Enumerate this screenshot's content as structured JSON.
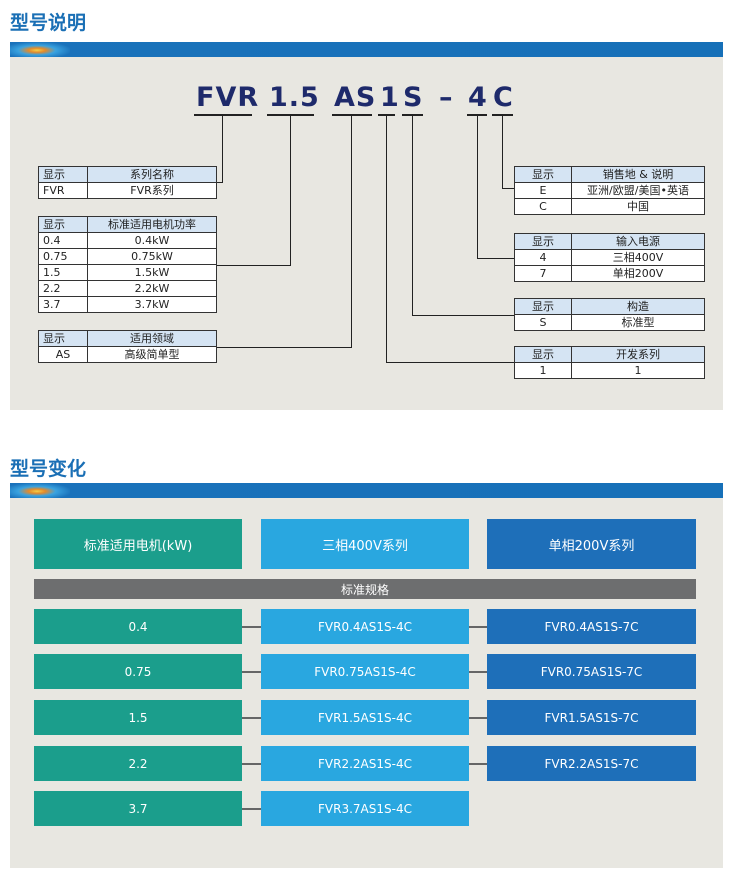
{
  "section1": {
    "title": "型号说明"
  },
  "section2": {
    "title": "型号变化"
  },
  "code_parts": [
    "FVR",
    "1.5",
    "AS",
    "1",
    "S",
    "–",
    "4",
    "C"
  ],
  "table_series": {
    "header": [
      "显示",
      "系列名称"
    ],
    "rows": [
      [
        "FVR",
        "FVR系列"
      ]
    ]
  },
  "table_power": {
    "header": [
      "显示",
      "标准适用电机功率"
    ],
    "rows": [
      [
        "0.4",
        "0.4kW"
      ],
      [
        "0.75",
        "0.75kW"
      ],
      [
        "1.5",
        "1.5kW"
      ],
      [
        "2.2",
        "2.2kW"
      ],
      [
        "3.7",
        "3.7kW"
      ]
    ]
  },
  "table_field": {
    "header": [
      "显示",
      "适用领域"
    ],
    "rows": [
      [
        "AS",
        "高级简单型"
      ]
    ]
  },
  "table_region": {
    "header": [
      "显示",
      "销售地 & 说明"
    ],
    "rows": [
      [
        "E",
        "亚洲/欧盟/美国•英语"
      ],
      [
        "C",
        "中国"
      ]
    ]
  },
  "table_input": {
    "header": [
      "显示",
      "输入电源"
    ],
    "rows": [
      [
        "4",
        "三相400V"
      ],
      [
        "7",
        "单相200V"
      ]
    ]
  },
  "table_structure": {
    "header": [
      "显示",
      "构造"
    ],
    "rows": [
      [
        "S",
        "标准型"
      ]
    ]
  },
  "table_dev": {
    "header": [
      "显示",
      "开发系列"
    ],
    "rows": [
      [
        "1",
        "1"
      ]
    ]
  },
  "variants": {
    "headers": [
      "标准适用电机(kW)",
      "三相400V系列",
      "单相200V系列"
    ],
    "spec_label": "标准规格",
    "rows": [
      {
        "power": "0.4",
        "three_phase": "FVR0.4AS1S-4C",
        "single_phase": "FVR0.4AS1S-7C"
      },
      {
        "power": "0.75",
        "three_phase": "FVR0.75AS1S-4C",
        "single_phase": "FVR0.75AS1S-7C"
      },
      {
        "power": "1.5",
        "three_phase": "FVR1.5AS1S-4C",
        "single_phase": "FVR1.5AS1S-7C"
      },
      {
        "power": "2.2",
        "three_phase": "FVR2.2AS1S-4C",
        "single_phase": "FVR2.2AS1S-7C"
      },
      {
        "power": "3.7",
        "three_phase": "FVR3.7AS1S-4C",
        "single_phase": ""
      }
    ]
  }
}
